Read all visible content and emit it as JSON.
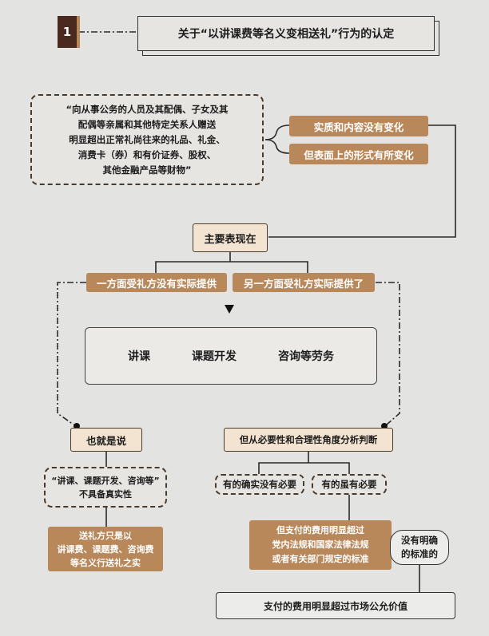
{
  "header": {
    "number": "1",
    "title": "关于“以讲课费等名义变相送礼”行为的认定"
  },
  "quote": {
    "lines": [
      "“向从事公务的人员及其配偶、子女及其",
      "配偶等亲属和其他特定关系人赠送",
      "明显超出正常礼尚往来的礼品、礼金、",
      "消费卡（券）和有价证券、股权、",
      "其他金融产品等财物”"
    ]
  },
  "tags": {
    "substance": "实质和内容没有变化",
    "form": "但表面上的形式有所变化"
  },
  "main_manifestation": "主要表现在",
  "branches": {
    "left": "一方面受礼方没有实际提供",
    "right": "另一方面受礼方实际提供了"
  },
  "services": {
    "items": [
      "讲课",
      "课题开发",
      "咨询等劳务"
    ]
  },
  "left_path": {
    "that_is": "也就是说",
    "not_real_line1": "“讲课、课题开发、咨询等”",
    "not_real_line2": "不具备真实性",
    "conclusion_lines": [
      "送礼方只是以",
      "讲课费、课题费、咨询费",
      "等名义行送礼之实"
    ]
  },
  "right_path": {
    "analysis": "但从必要性和合理性角度分析判断",
    "no_need": "有的确实没有必要",
    "need": "有的虽有必要",
    "exceeds_lines": [
      "但支付的费用明显超过",
      "党内法规和国家法律法规",
      "或者有关部门规定的标准"
    ],
    "no_standard_lines": [
      "没有明确",
      "的标准的"
    ],
    "market_value": "支付的费用明显超过市场公允价值"
  },
  "colors": {
    "brown": "#b8885b",
    "dark_brown": "#4a3a2c",
    "beige": "#f3e4d1",
    "background": "#e3e3e1"
  }
}
